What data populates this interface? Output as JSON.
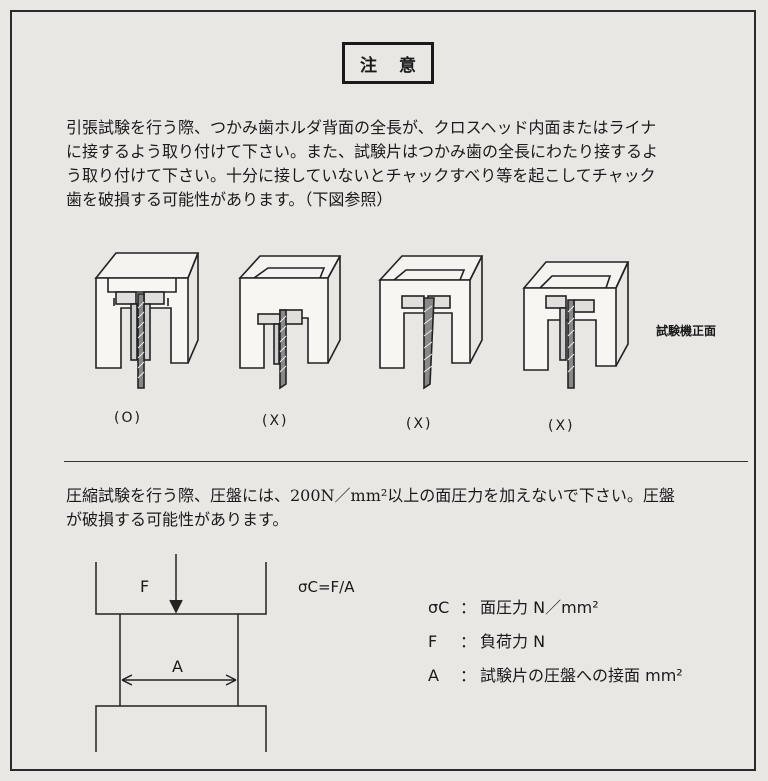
{
  "title": "注 意",
  "paragraph1": "引張試験を行う際、つかみ歯ホルダ背面の全長が、クロスヘッド内面またはライナに接するよう取り付けて下さい。また、試験片はつかみ歯の全長にわたり接するよう取り付けて下さい。十分に接していないとチャックすべり等を起こしてチャック歯を破損する可能性があります。（下図参照）",
  "figure_labels": [
    "(O)",
    "(X)",
    "(X)",
    "(X)"
  ],
  "side_label": "試験機正面",
  "paragraph2": "圧縮試験を行う際、圧盤には、200N／mm²以上の面圧力を加えないで下さい。圧盤が破損する可能性があります。",
  "diagram": {
    "force_label": "F",
    "area_label": "A"
  },
  "formula": "σC=F/A",
  "legend": [
    {
      "symbol": "σC",
      "colon": "：",
      "text": "面圧力 N／mm²"
    },
    {
      "symbol": "F",
      "colon": "：",
      "text": "負荷力 N"
    },
    {
      "symbol": "A",
      "colon": "：",
      "text": "試験片の圧盤への接面 mm²"
    }
  ]
}
